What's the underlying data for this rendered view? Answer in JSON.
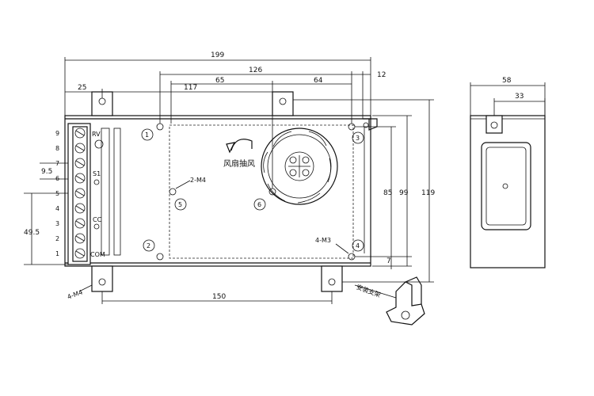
{
  "dimensions": {
    "overall_width": "199",
    "mount_span_top": "126",
    "offset_12": "12",
    "left_25": "25",
    "span_117": "117",
    "span_65": "65",
    "span_64": "64",
    "height_85": "85",
    "height_99": "99",
    "height_119": "119",
    "bottom_7": "7",
    "bottom_150": "150",
    "left_9_5": "9.5",
    "left_49_5": "49.5",
    "side_58": "58",
    "side_33": "33"
  },
  "labels": {
    "fan_text": "风扇抽风",
    "screw_m4": "2-M4",
    "screw_m3": "4-M3",
    "bottom_left_screw": "4-M4",
    "bracket_note": "安装支架",
    "rv": "RV",
    "s1": "S1",
    "com": "COM",
    "cc": "CC"
  },
  "terminals": [
    "9",
    "8",
    "7",
    "6",
    "5",
    "4",
    "3",
    "2",
    "1"
  ],
  "hole_markers": [
    "1",
    "2",
    "3",
    "4",
    "5",
    "6"
  ]
}
